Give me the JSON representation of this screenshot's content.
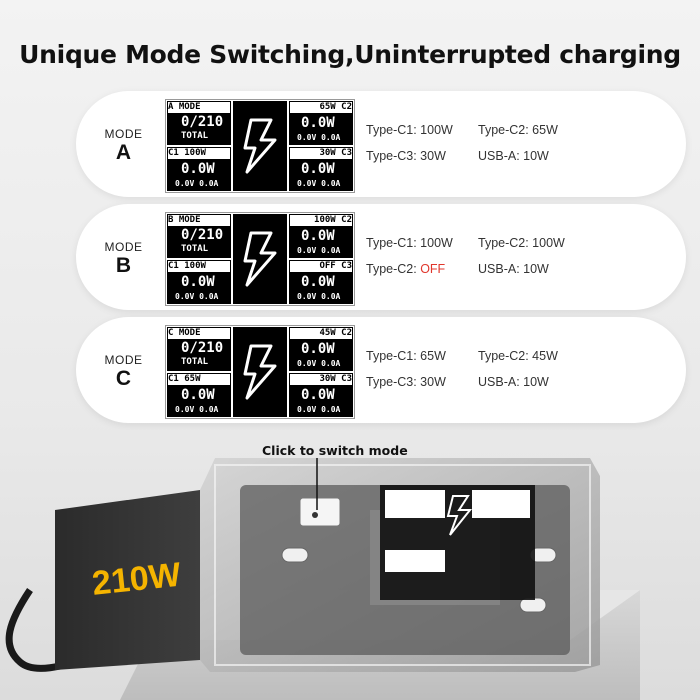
{
  "title": "Unique Mode Switching,Uninterrupted charging",
  "modes": [
    {
      "mode_label": "MODE",
      "letter": "A",
      "screen": {
        "mode_tag": "A MODE",
        "total_value": "0/210",
        "total_label": "TOTAL",
        "c1_tag": "C1",
        "c1_watt": "",
        "c1_power": "0.0W",
        "c1_va": "0.0V 0.0A",
        "c2_watt": "65W",
        "c2_tag": "C2",
        "c2_power": "0.0W",
        "c2_va": "0.0V 0.0A",
        "c3_watt": "30W",
        "c3_tag": "C3",
        "c3_power": "0.0W",
        "c3_va": "0.0V 0.0A",
        "c1_watt_label": "100W"
      },
      "specs": [
        "Type-C1: 100W",
        "Type-C2: 65W",
        "Type-C3: 30W",
        "USB-A: 10W"
      ]
    },
    {
      "mode_label": "MODE",
      "letter": "B",
      "screen": {
        "mode_tag": "B MODE",
        "total_value": "0/210",
        "total_label": "TOTAL",
        "c1_tag": "C1",
        "c1_power": "0.0W",
        "c1_va": "0.0V 0.0A",
        "c2_watt": "100W",
        "c2_tag": "C2",
        "c2_power": "0.0W",
        "c2_va": "0.0V 0.0A",
        "c3_watt": "OFF",
        "c3_tag": "C3",
        "c3_power": "0.0W",
        "c3_va": "0.0V 0.0A",
        "c1_watt_label": "100W"
      },
      "specs": [
        "Type-C1: 100W",
        "Type-C2: 100W",
        "Type-C2: ",
        "USB-A: 10W"
      ],
      "off_text": "OFF"
    },
    {
      "mode_label": "MODE",
      "letter": "C",
      "screen": {
        "mode_tag": "C MODE",
        "total_value": "0/210",
        "total_label": "TOTAL",
        "c1_tag": "C1",
        "c1_power": "0.0W",
        "c1_va": "0.0V 0.0A",
        "c2_watt": "45W",
        "c2_tag": "C2",
        "c2_power": "0.0W",
        "c2_va": "0.0V 0.0A",
        "c3_watt": "30W",
        "c3_tag": "C3",
        "c3_power": "0.0W",
        "c3_va": "0.0V 0.0A",
        "c1_watt_label": "65W"
      },
      "specs": [
        "Type-C1: 65W",
        "Type-C2: 45W",
        "Type-C3: 30W",
        "USB-A: 10W"
      ]
    }
  ],
  "callout": "Click to switch mode",
  "charger_label": "210W",
  "colors": {
    "accent_yellow": "#f5b400",
    "off_red": "#e0362c",
    "background": "#ececec"
  }
}
